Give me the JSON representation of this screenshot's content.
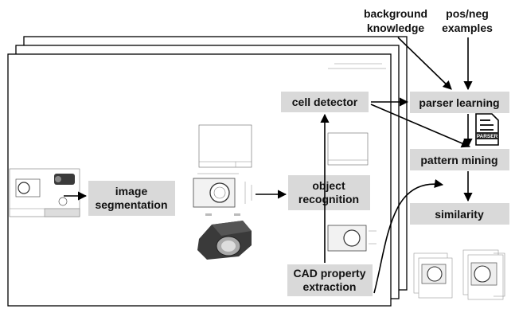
{
  "top_labels": {
    "line1": [
      "background",
      "pos/neg"
    ],
    "line2": [
      "knowledge",
      "examples"
    ]
  },
  "boxes": {
    "image_segmentation": [
      "image",
      "segmentation"
    ],
    "object_recognition": [
      "object",
      "recognition"
    ],
    "cell_detector": "cell detector",
    "cad_property_extraction": [
      "CAD property",
      "extraction"
    ],
    "parser_learning": "parser learning",
    "pattern_mining": "pattern mining",
    "similarity": "similarity"
  },
  "parser_doc_label": "PARSER",
  "colors": {
    "box_fill": "#d9d9d9",
    "part_dark": "#3a3a3a",
    "arrow": "#000000"
  }
}
